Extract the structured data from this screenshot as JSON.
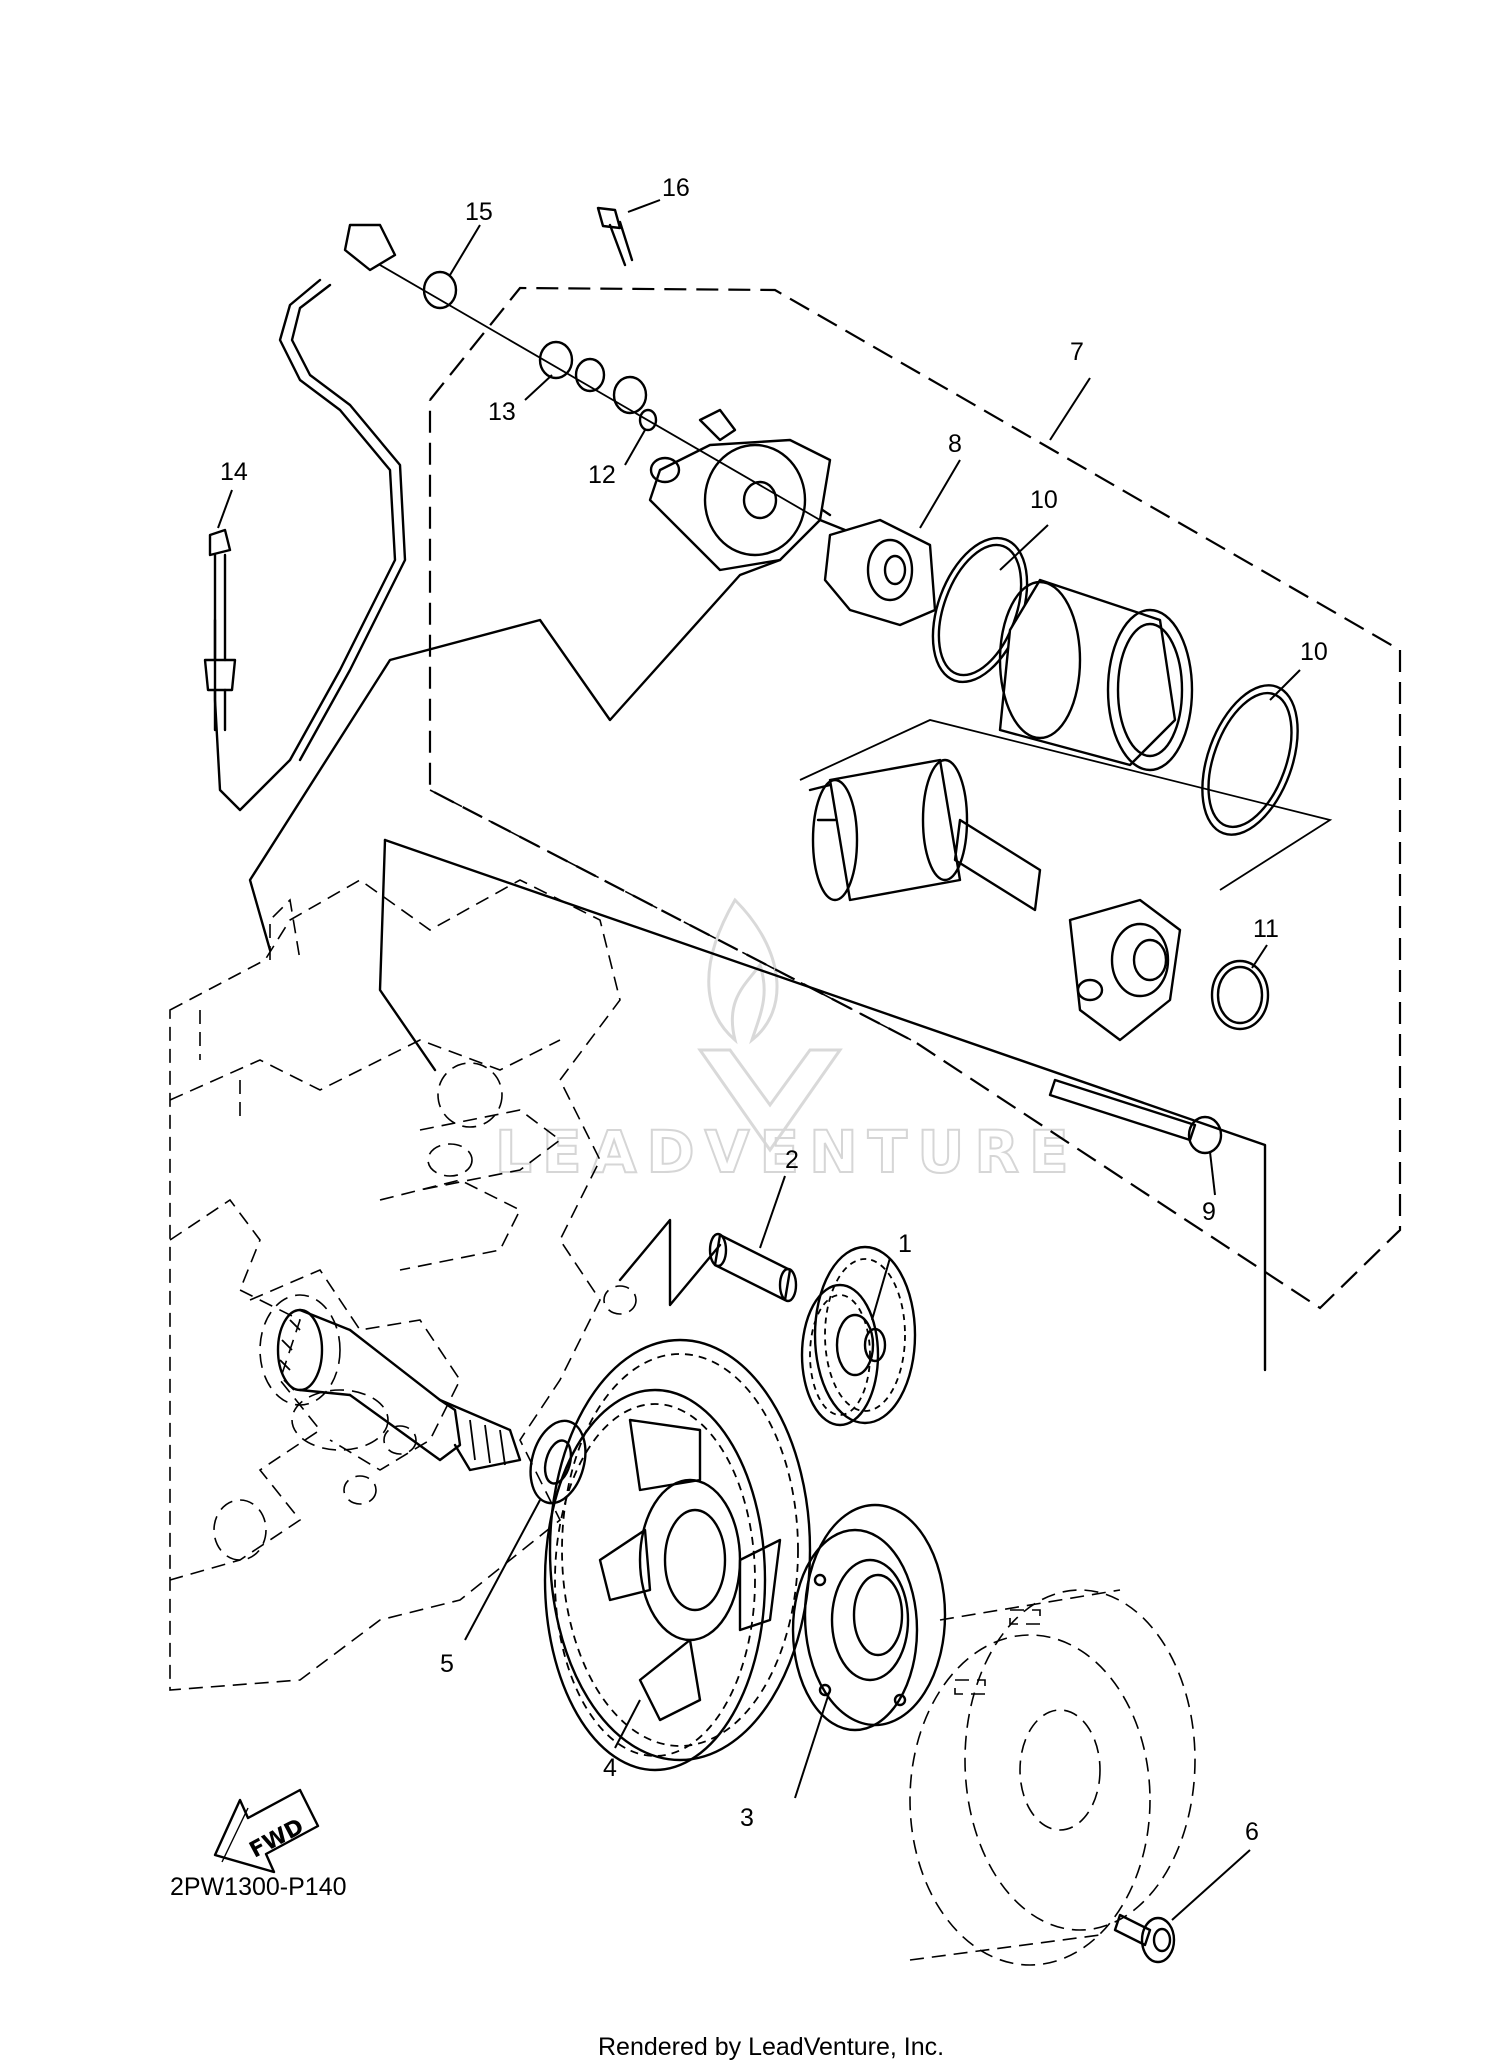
{
  "diagram": {
    "code": "2PW1300-P140",
    "footer": "Rendered by LeadVenture, Inc.",
    "watermark": "LEADVENTURE",
    "fwd_label": "FWD",
    "callouts": [
      {
        "id": "1",
        "label": "1"
      },
      {
        "id": "2",
        "label": "2"
      },
      {
        "id": "3",
        "label": "3"
      },
      {
        "id": "4",
        "label": "4"
      },
      {
        "id": "5",
        "label": "5"
      },
      {
        "id": "6",
        "label": "6"
      },
      {
        "id": "7",
        "label": "7"
      },
      {
        "id": "8",
        "label": "8"
      },
      {
        "id": "9",
        "label": "9"
      },
      {
        "id": "10a",
        "label": "10"
      },
      {
        "id": "10b",
        "label": "10"
      },
      {
        "id": "11",
        "label": "11"
      },
      {
        "id": "12",
        "label": "12"
      },
      {
        "id": "13",
        "label": "13"
      },
      {
        "id": "14",
        "label": "14"
      },
      {
        "id": "15",
        "label": "15"
      },
      {
        "id": "16",
        "label": "16"
      }
    ],
    "icons": [
      "fwd-arrow-icon",
      "leadventure-logo-icon"
    ]
  }
}
